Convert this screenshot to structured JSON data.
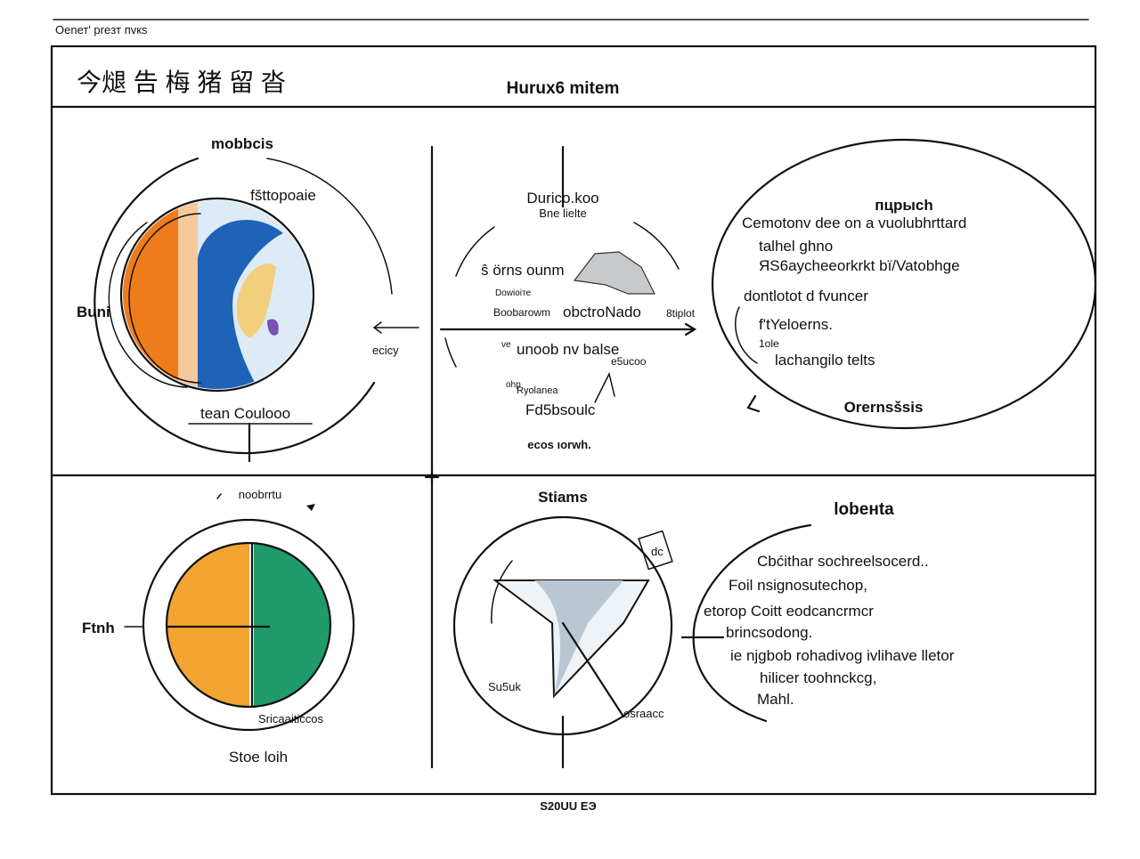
{
  "doc": {
    "top_caption": "Оenет' рreзт пvкs",
    "title_cjk": "今煺 告 梅 猪 留 沓",
    "title_center": "Hurux6 mitem",
    "footer": "S20UU ЕЭ"
  },
  "q1": {
    "heading": "mobbcis",
    "label_top": "fšttopoaie",
    "label_left": "Buni",
    "label_right": "ecicy",
    "label_bottom": "tean Coulooo",
    "colors": {
      "orange": "#ef7c1a",
      "peach": "#f6c99b",
      "blue": "#1f63b8",
      "sand": "#f1cf7d",
      "pale": "#dcebf5",
      "purple": "#7b4fb3"
    }
  },
  "q2": {
    "heading": "Durico.koo",
    "subheading": "Bne lielte",
    "label_1": "ŝ örns ounm",
    "label_2a": "Dowioiтe",
    "label_2b": "Boobarowm",
    "label_axis": "obctroNado",
    "label_axis_right": "8tiplot",
    "label_3": "unoob  nv balse",
    "label_3b": "e5ucoo",
    "label_4a": "ohp",
    "label_4b": "Ryolanea",
    "label_4c": "Fd5bsoulc",
    "label_5": "ecos ıorwh.",
    "label_6": "ve"
  },
  "q3": {
    "heading": "пцрысh",
    "lines": [
      "Cemotonv dee on a vuolubhrttard",
      "talhel ghno",
      "ЯS6aycheeorkrkt bï/Vatobhge",
      "dontlotot d fvuncer",
      "f'tYeloerns.",
      "1ole",
      "lachangilo telts"
    ],
    "footer": "Orernsšsis"
  },
  "q4": {
    "heading": "noobrrtu",
    "label_left": "Ftnh",
    "label_bottom": "Sricaaiticcos",
    "caption": "Stoe loih",
    "colors": {
      "orange": "#f2a531",
      "green": "#1f9b6b"
    }
  },
  "q5": {
    "heading": "Stiams",
    "label_tag": "dc",
    "label_left": "Su5uk",
    "label_right": "osraacc"
  },
  "q6": {
    "heading": "lobeнta",
    "lines": [
      "Cbćithar sochreelsocerd..",
      "Foil nsignosutechop,",
      "etorop Coitt eodcancrmcr",
      "brincsodong.",
      "ie njgbob rohadivog ivlihave lletor",
      "hilicer toohnckcg,",
      "Mahl."
    ]
  }
}
